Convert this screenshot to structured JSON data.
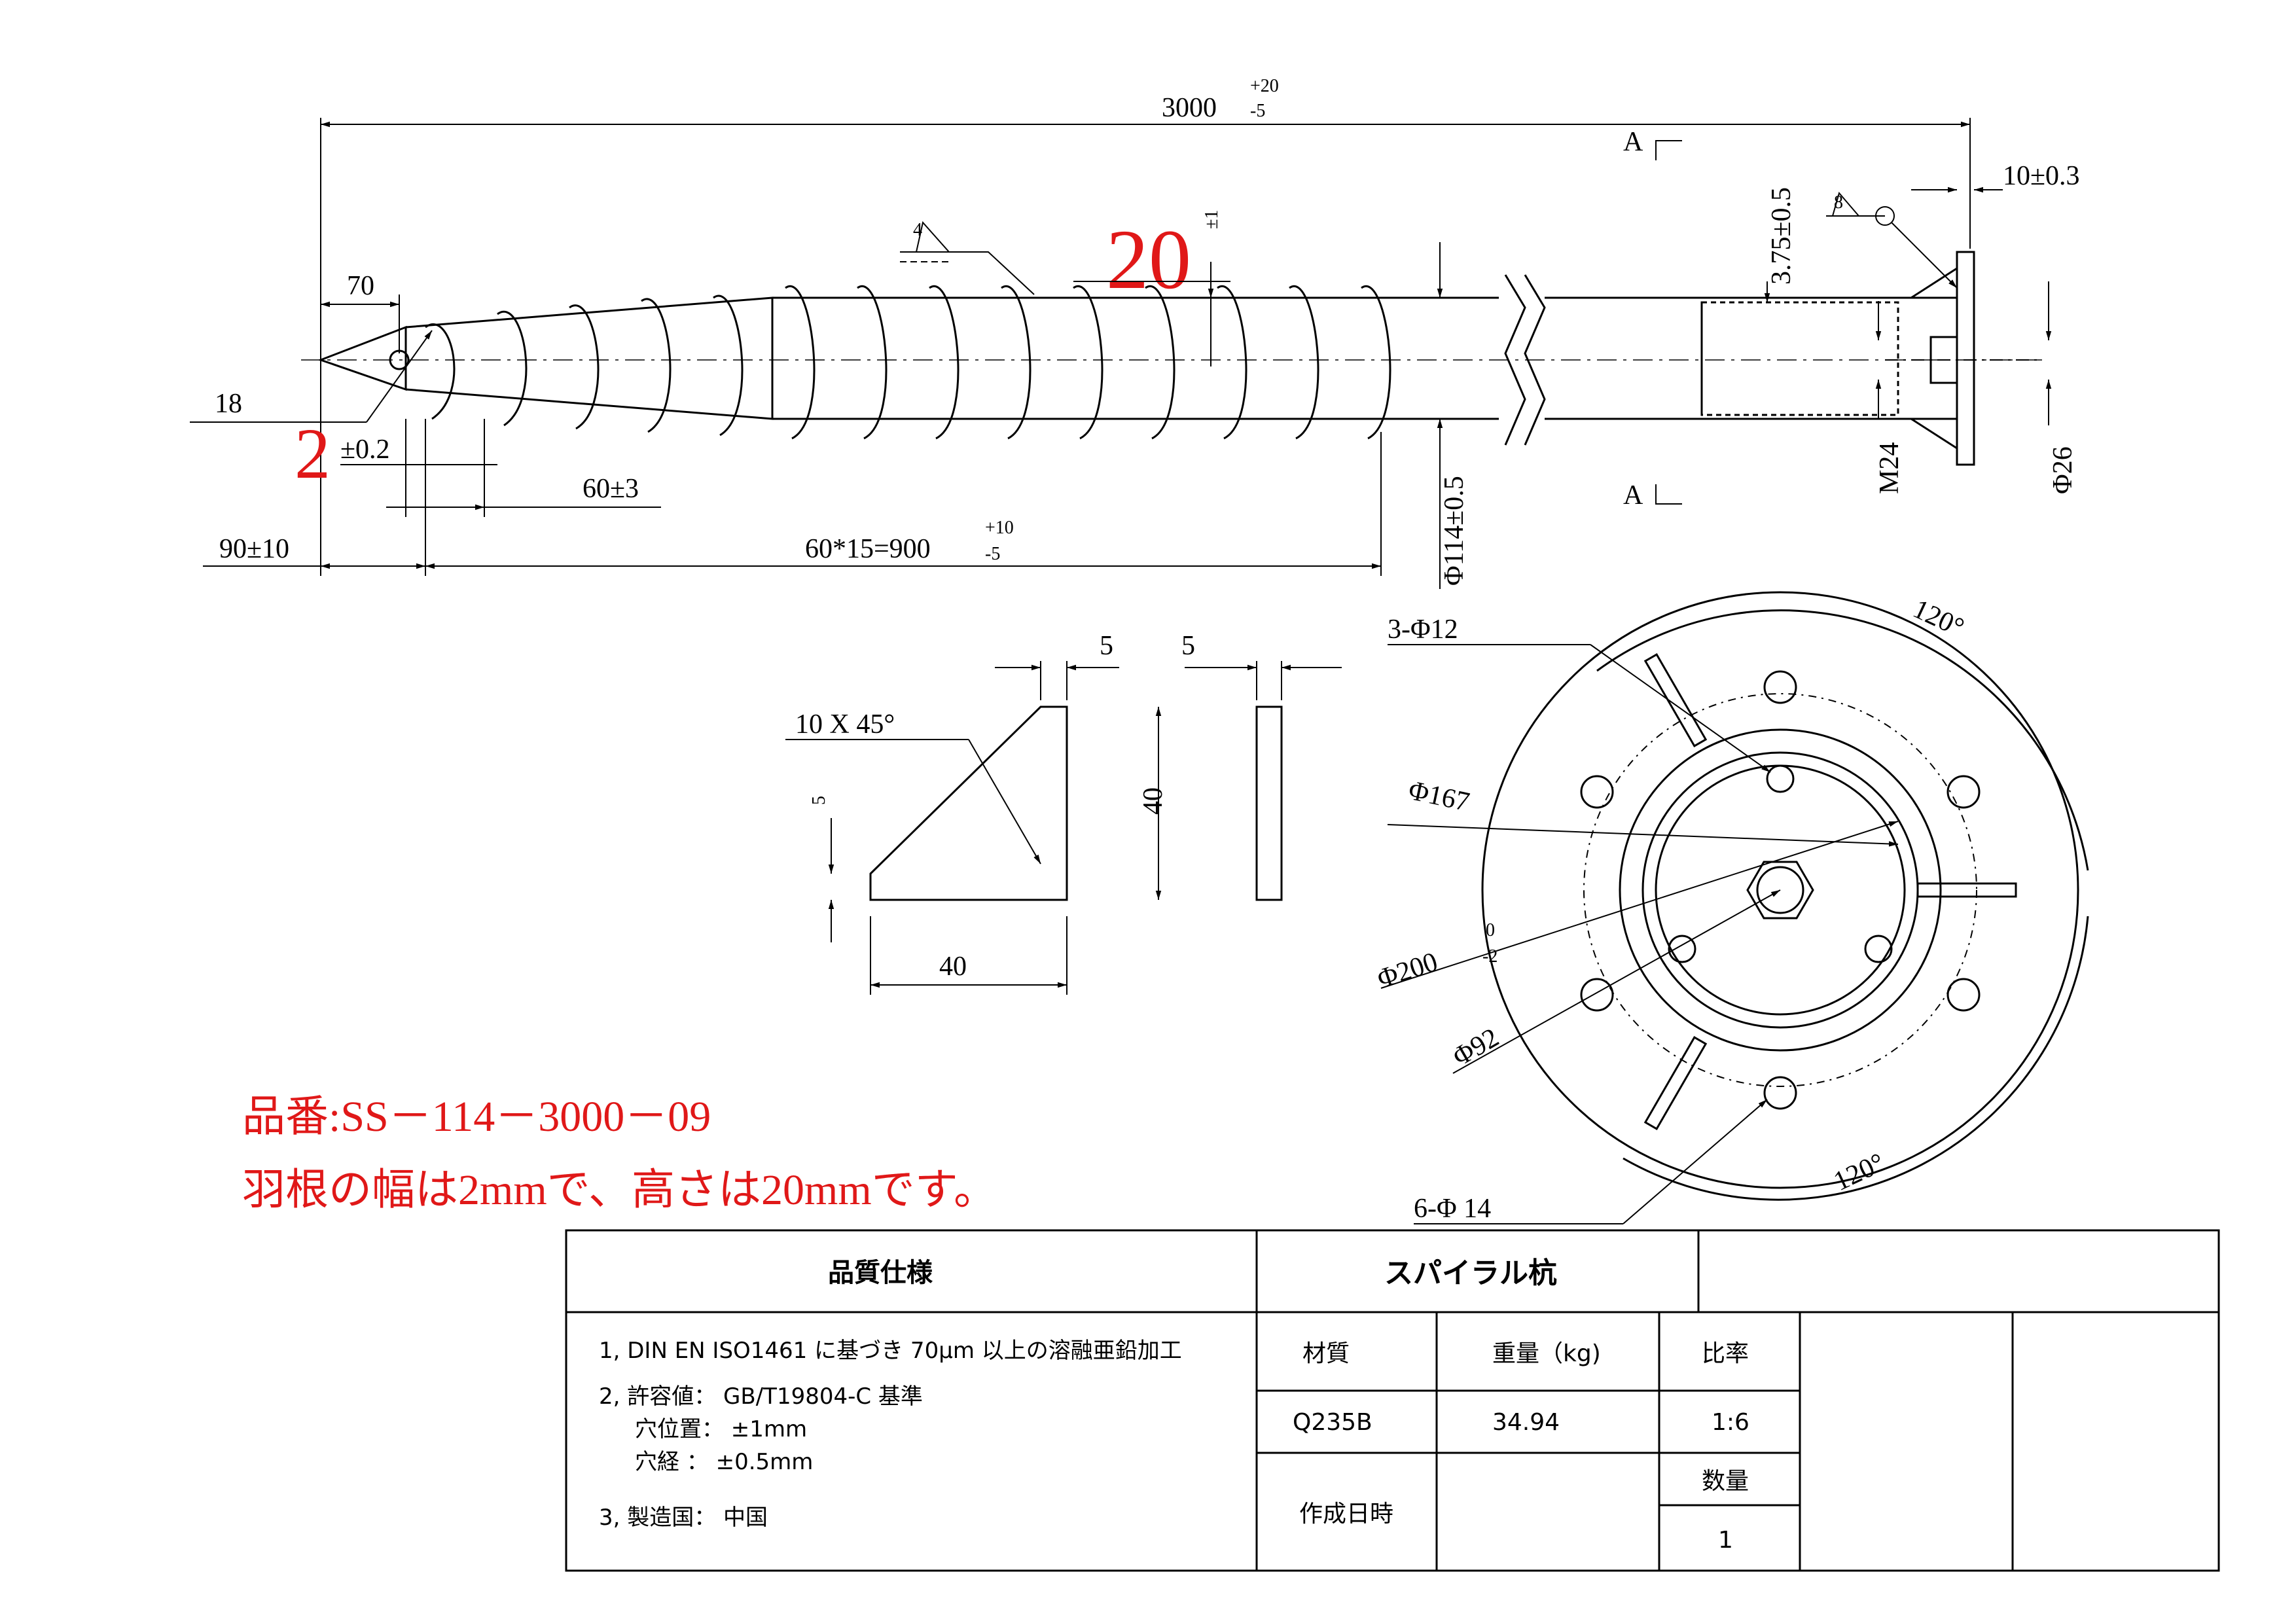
{
  "drawing": {
    "overall_length": "3000",
    "overall_tol_plus": "+20",
    "overall_tol_minus": "-5",
    "tip_length": "70",
    "tip_width": "18",
    "blade_thickness_note": "2",
    "blade_thickness_tol": "±0.2",
    "pitch": "60±3",
    "flange_offset": "90±10",
    "helix_length": "60*15=900",
    "helix_tol_plus": "+10",
    "helix_tol_minus": "-5",
    "blade_height_note": "20",
    "blade_height_tol": "±1",
    "weld_left": "4",
    "weld_right": "8",
    "wall_thickness": "3.75±0.5",
    "pipe_diameter": "Φ114±0.5",
    "plate_thickness": "10±0.3",
    "section_top": "A",
    "section_bottom": "A",
    "thread": "M24",
    "bolt_hole": "Φ26",
    "gusset_chamfer": "10 X 45°",
    "gusset_thickness_left": "5",
    "gusset_thickness_right": "5",
    "gusset_height": "40",
    "gusset_base": "40",
    "gusset_edge": "5",
    "holes_3": "3-Φ12",
    "dia_167": "Φ167",
    "dia_200": "Φ200",
    "dia_200_tol_plus": "0",
    "dia_200_tol_minus": "-2",
    "dia_92": "Φ92",
    "holes_6": "6-Φ 14",
    "angle_top": "120°",
    "angle_bottom": "120°"
  },
  "notes": {
    "part_number": "品番:SS－114－3000－09",
    "blade_note": "羽根の幅は2mmで、高さは20mmです。"
  },
  "title_block": {
    "spec_header": "品質仕様",
    "product_name": "スパイラル杭",
    "spec_1": "1, DIN EN ISO1461 に基づき 70μm 以上の溶融亜鉛加工",
    "spec_2": "2, 許容値：  GB/T19804-C 基準",
    "spec_2a": "穴位置：  ±1mm",
    "spec_2b": "穴経    ：  ±0.5mm",
    "spec_3": "3, 製造国：  中国",
    "material_label": "材質",
    "material_value": "Q235B",
    "weight_label": "重量（kg)",
    "weight_value": "34.94",
    "scale_label": "比率",
    "scale_value": "1:6",
    "qty_label": "数量",
    "qty_value": "1",
    "date_label": "作成日時"
  }
}
